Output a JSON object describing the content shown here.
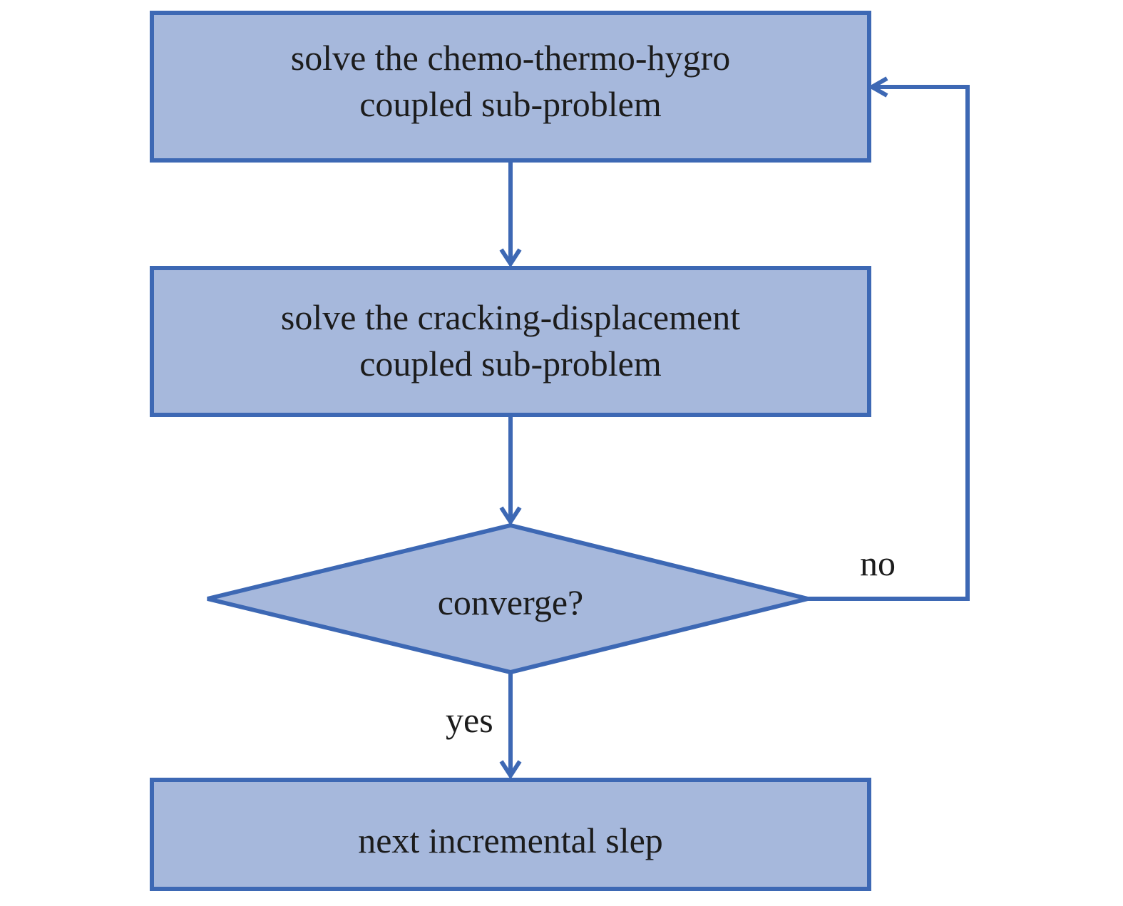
{
  "nodes": {
    "solve_chemo": {
      "line1": "solve the chemo-thermo-hygro",
      "line2": "coupled sub-problem"
    },
    "solve_cracking": {
      "line1": "solve the cracking-displacement",
      "line2": "coupled sub-problem"
    },
    "converge": {
      "label": "converge?"
    },
    "next_step": {
      "label": "next incremental slep"
    }
  },
  "edges": {
    "no_label": "no",
    "yes_label": "yes"
  },
  "colors": {
    "fill": "#a6b8dc",
    "stroke": "#3d68b4",
    "text": "#1c1c1c"
  }
}
